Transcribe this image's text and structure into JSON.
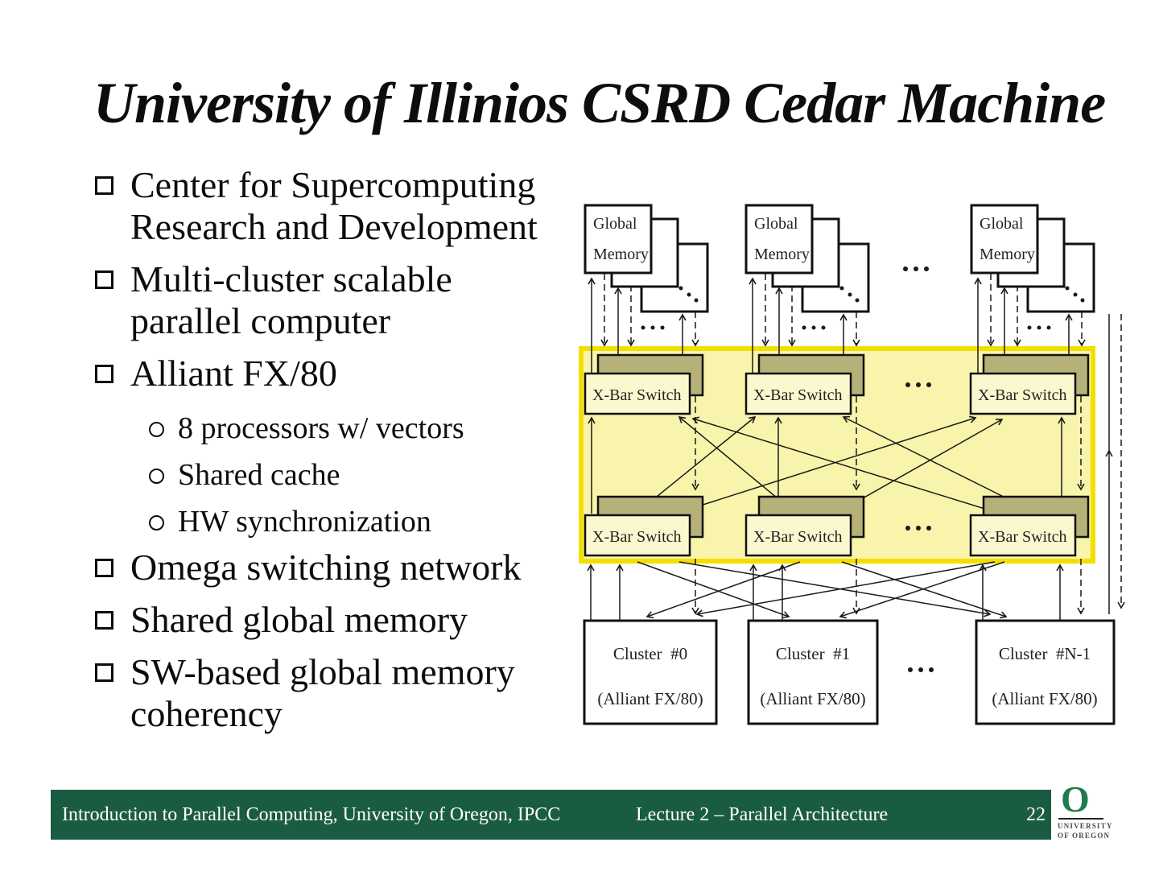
{
  "title": "University of Illinios CSRD Cedar Machine",
  "list": {
    "items": [
      {
        "level": 1,
        "lines": [
          "Center for Supercomputing",
          "Research and Development"
        ]
      },
      {
        "level": 1,
        "lines": [
          "Multi-cluster scalable",
          "parallel computer"
        ]
      },
      {
        "level": 1,
        "lines": [
          "Alliant FX/80"
        ]
      },
      {
        "level": 2,
        "lines": [
          "8 processors w/ vectors"
        ]
      },
      {
        "level": 2,
        "lines": [
          "Shared cache"
        ]
      },
      {
        "level": 2,
        "lines": [
          "HW synchronization"
        ]
      },
      {
        "level": 1,
        "lines": [
          "Omega switching network"
        ]
      },
      {
        "level": 1,
        "lines": [
          "Shared global memory"
        ]
      },
      {
        "level": 1,
        "lines": [
          "SW-based global memory",
          "coherency"
        ]
      }
    ]
  },
  "diagram": {
    "memory_label_line1": "Global",
    "memory_label_line2": "Memory",
    "switch_label": "X-Bar Switch",
    "clusters": [
      {
        "name": "Cluster  #0",
        "sub": "(Alliant FX/80)"
      },
      {
        "name": "Cluster  #1",
        "sub": "(Alliant FX/80)"
      },
      {
        "name": "Cluster  #N-1",
        "sub": "(Alliant FX/80)"
      }
    ]
  },
  "footer": {
    "course": "Introduction to Parallel Computing, University of Oregon, IPCC",
    "lecture": "Lecture 2 – Parallel Architecture",
    "page": "22"
  },
  "logo": {
    "letter": "O",
    "line1": "UNIVERSITY",
    "line2": "OF OREGON"
  },
  "colors": {
    "footer-green": "#1A5C42",
    "logo-green": "#1F7B4E",
    "region-fill": "#F8F4AB",
    "region-border": "#F2DF00",
    "box-fill": "#FBF8CF",
    "olive": "#B6B178"
  }
}
